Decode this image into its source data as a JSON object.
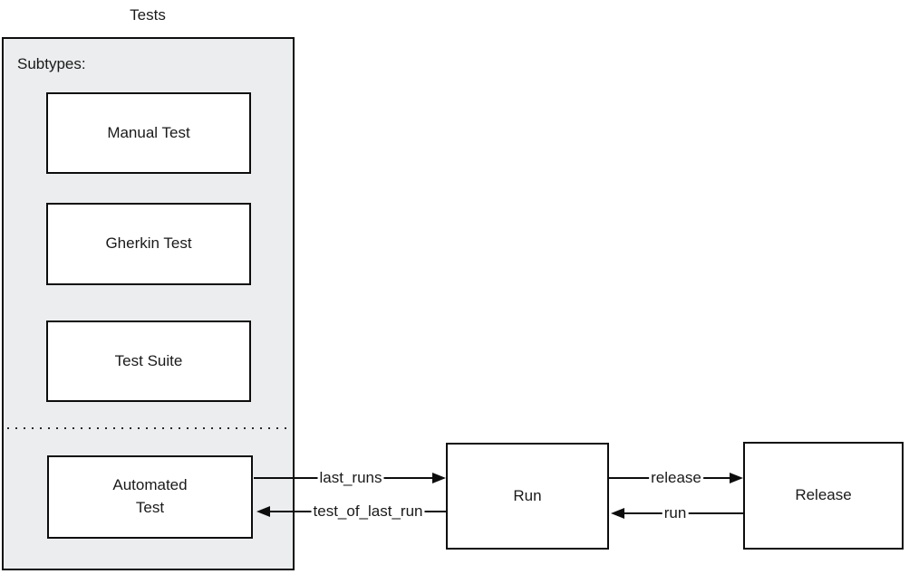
{
  "diagram": {
    "title": "Tests",
    "container": {
      "label": "Subtypes:",
      "subtype_boxes": [
        {
          "label": "Manual Test"
        },
        {
          "label": "Gherkin Test"
        },
        {
          "label": "Test Suite"
        }
      ],
      "automated_box": {
        "label": "Automated\nTest"
      }
    },
    "nodes": [
      {
        "label": "Run"
      },
      {
        "label": "Release"
      }
    ],
    "edges": [
      {
        "label": "last_runs",
        "from": "Automated Test",
        "to": "Run",
        "direction": "right"
      },
      {
        "label": "test_of_last_run",
        "from": "Run",
        "to": "Automated Test",
        "direction": "left"
      },
      {
        "label": "release",
        "from": "Run",
        "to": "Release",
        "direction": "right"
      },
      {
        "label": "run",
        "from": "Release",
        "to": "Run",
        "direction": "left"
      }
    ],
    "colors": {
      "container_fill": "#ebedee",
      "box_fill": "#ffffff",
      "border": "#0d0d0d",
      "background": "#ffffff"
    }
  }
}
